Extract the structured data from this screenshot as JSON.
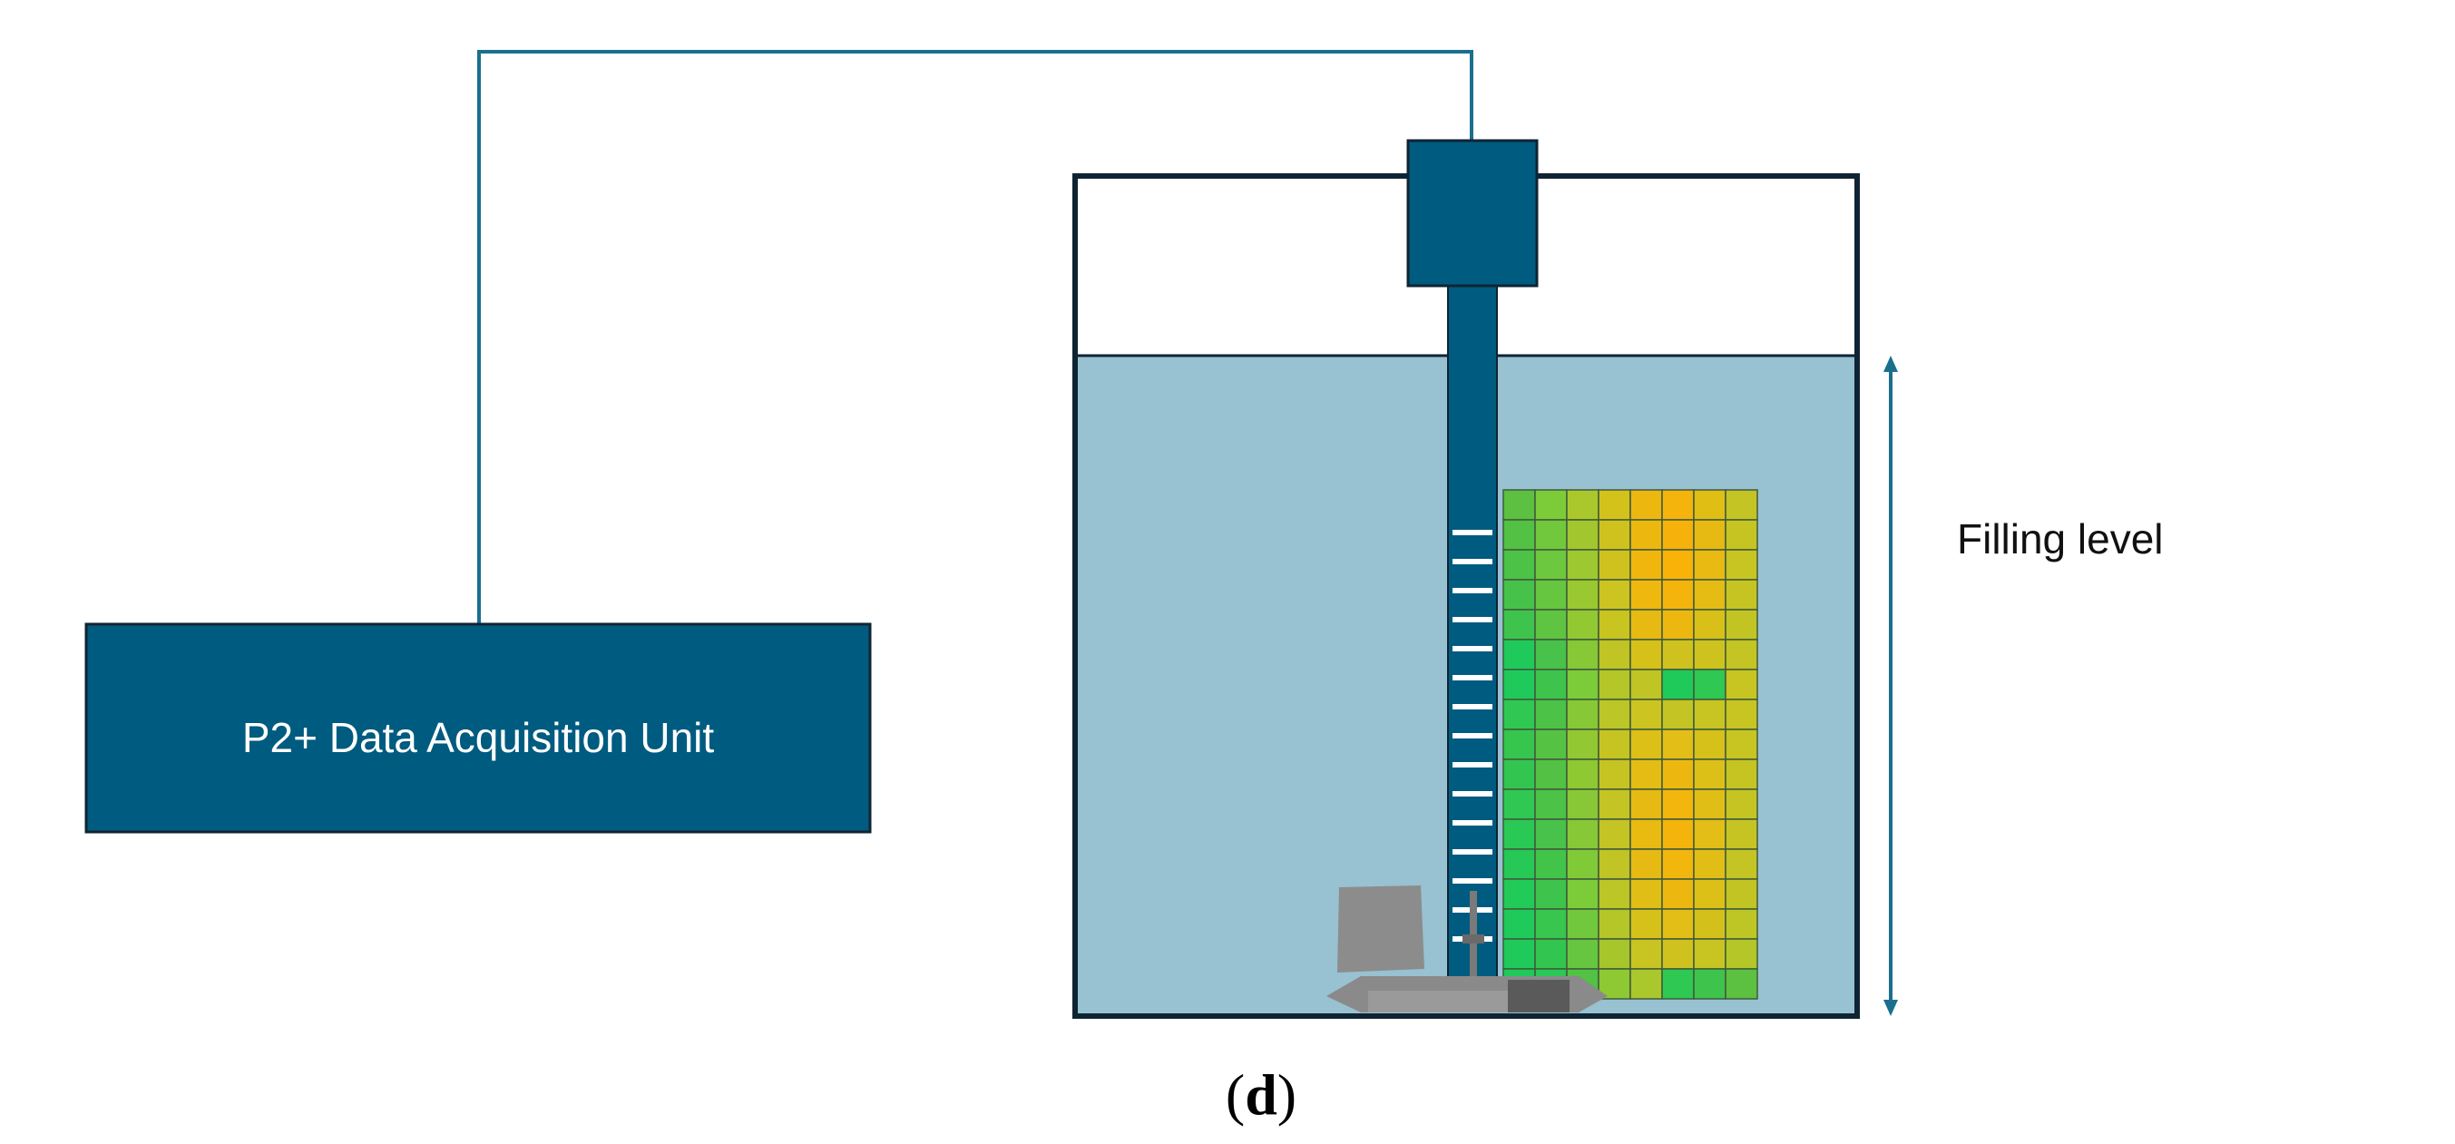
{
  "labels": {
    "unit": "P2+ Data Acquisition Unit",
    "filling_level": "Filling level",
    "panel_open": "(",
    "panel_letter": "d",
    "panel_close": ")"
  },
  "colors": {
    "unit_fill": "#005b80",
    "probe": "#005b80",
    "cable": "#1a6f8f",
    "tank_outline": "#0f2433",
    "liquid": "#98c1d1",
    "arrow": "#1a6f8f",
    "grid_line": "#3f5a3a",
    "impeller": "#8c8c8c",
    "impeller_dark": "#6a6a6a",
    "rung": "#ffffff"
  },
  "probe": {
    "rung_count": 15
  },
  "grid": {
    "rows": 17,
    "cols": 8,
    "cells": [
      [
        "#5cc040",
        "#7ccc3a",
        "#aac82c",
        "#d4c21c",
        "#ecb810",
        "#f4b40c",
        "#e0be14",
        "#c4c424"
      ],
      [
        "#52c144",
        "#72c83c",
        "#a2c62e",
        "#d0c21e",
        "#ecb810",
        "#f6b20a",
        "#e6ba12",
        "#c6c422"
      ],
      [
        "#4cc246",
        "#6cc83e",
        "#9ec830",
        "#d0c21e",
        "#f0b60e",
        "#f8b208",
        "#e8ba12",
        "#c8c422"
      ],
      [
        "#46c24a",
        "#66c640",
        "#9ac830",
        "#ccc420",
        "#eeb80e",
        "#f4b40c",
        "#e4bc14",
        "#c6c422"
      ],
      [
        "#3ec44c",
        "#5ec442",
        "#92c832",
        "#c8c420",
        "#e6ba12",
        "#ecb810",
        "#d8c018",
        "#c2c424"
      ],
      [
        "#1fca5a",
        "#48c24a",
        "#86c836",
        "#c0c424",
        "#d6c01a",
        "#d0c21e",
        "#cec21e",
        "#c4c424"
      ],
      [
        "#1fca5a",
        "#3ec44c",
        "#7ccc3a",
        "#b4c628",
        "#c0c424",
        "#1fca5a",
        "#2ec852",
        "#c8c422"
      ],
      [
        "#2ec852",
        "#4cc246",
        "#86c836",
        "#bcc626",
        "#ccc420",
        "#c4c424",
        "#c8c422",
        "#c8c422"
      ],
      [
        "#36c64e",
        "#56c244",
        "#92c832",
        "#c6c422",
        "#dcc018",
        "#e2be16",
        "#d6c01a",
        "#c8c422"
      ],
      [
        "#32c650",
        "#52c144",
        "#8ec832",
        "#c6c422",
        "#e4bc14",
        "#ecb810",
        "#dcc018",
        "#c6c422"
      ],
      [
        "#2ec852",
        "#4cc246",
        "#88c836",
        "#c4c424",
        "#e6ba12",
        "#f2b60c",
        "#e0be16",
        "#c6c422"
      ],
      [
        "#2ac854",
        "#48c24a",
        "#86c836",
        "#c4c424",
        "#e8ba12",
        "#f4b40c",
        "#e2be16",
        "#c6c422"
      ],
      [
        "#26c856",
        "#42c44a",
        "#80ca38",
        "#c0c424",
        "#e6ba12",
        "#f2b60c",
        "#e0be16",
        "#c4c424"
      ],
      [
        "#22ca58",
        "#3ec44c",
        "#7ccc3a",
        "#bcc626",
        "#e0be16",
        "#ecb810",
        "#dcc018",
        "#c2c424"
      ],
      [
        "#1fca5a",
        "#38c64e",
        "#72c83c",
        "#b4c628",
        "#d6c01a",
        "#e2be16",
        "#d4c01a",
        "#bec626"
      ],
      [
        "#1fca5a",
        "#32c650",
        "#66c640",
        "#a6c62c",
        "#c8c422",
        "#d0c21e",
        "#c8c422",
        "#b4c628"
      ],
      [
        "#1fca5a",
        "#2ac854",
        "#52c144",
        "#8ec832",
        "#aac82c",
        "#2ec852",
        "#3ec44c",
        "#5cc040"
      ]
    ]
  }
}
